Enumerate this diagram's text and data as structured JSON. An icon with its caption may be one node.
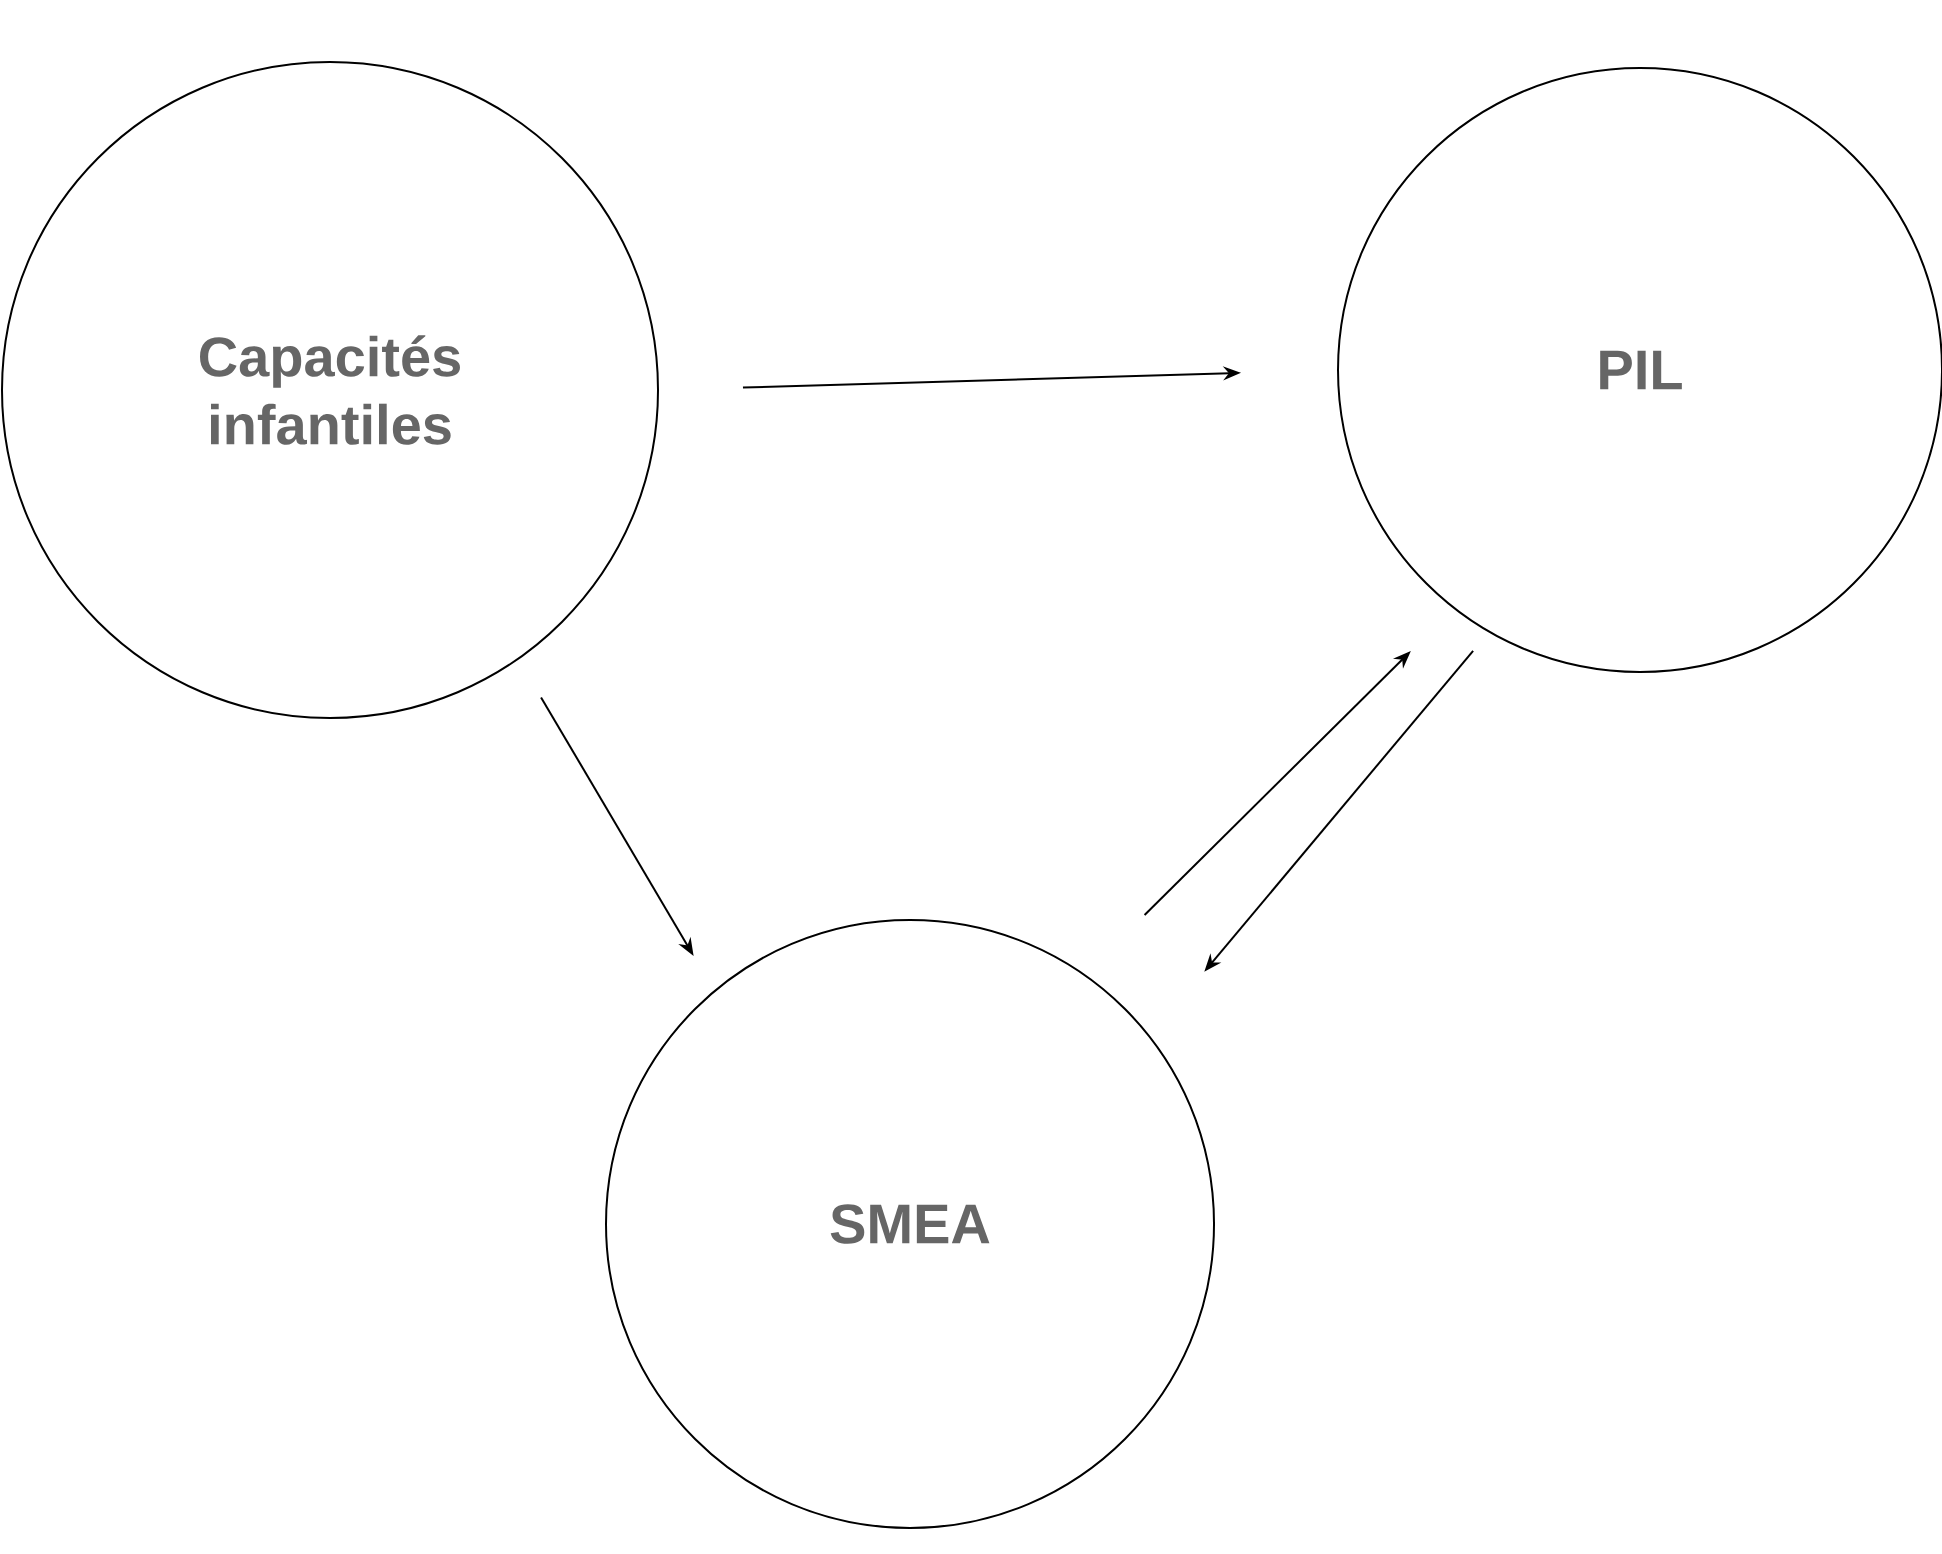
{
  "diagram": {
    "nodes": [
      {
        "text": [
          "Capacités infantiles"
        ]
      },
      {
        "text": [
          "PIL"
        ]
      },
      {
        "text": [
          "SMEA"
        ]
      }
    ],
    "edges": [
      {
        "from": 0,
        "to": 1,
        "arrow": "to"
      },
      {
        "from": 0,
        "to": 2,
        "arrow": "to"
      },
      {
        "from": 2,
        "to": 1,
        "arrow": "to"
      },
      {
        "from": 1,
        "to": 2,
        "arrow": "to"
      }
    ]
  }
}
